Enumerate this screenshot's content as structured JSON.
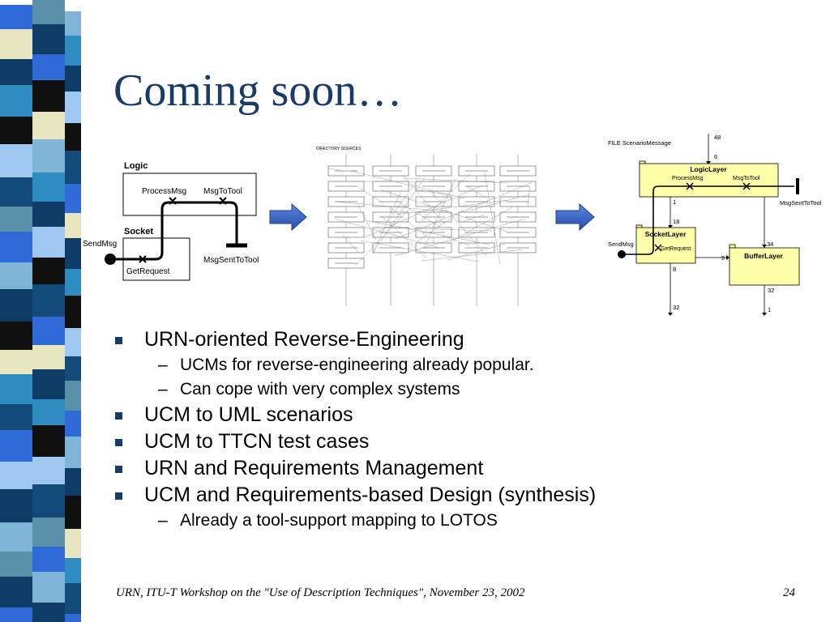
{
  "slide": {
    "title": "Coming soon…",
    "footer": "URN, ITU-T Workshop on the \"Use of Description Techniques\", November 23, 2002",
    "page_number": "24"
  },
  "colors": {
    "title": "#1a3a6b",
    "bullet": "#1a3a6b",
    "arrow": "#3a64c8",
    "component_fill": "#ffffaa",
    "stripe": [
      "#5a8fa8",
      "#0d3b66",
      "#2e6bd6",
      "#101010",
      "#e8e6c0",
      "#7fb6d8",
      "#2f8cc0",
      "#9ec8f0",
      "#144a7a",
      "#ffffff"
    ]
  },
  "bullets": [
    {
      "text": "URN-oriented Reverse-Engineering",
      "subs": [
        "UCMs for reverse-engineering already popular.",
        "Can cope with very complex systems"
      ]
    },
    {
      "text": "UCM to UML scenarios",
      "subs": []
    },
    {
      "text": "UCM to TTCN test cases",
      "subs": []
    },
    {
      "text": "URN and Requirements Management",
      "subs": []
    },
    {
      "text": "UCM and Requirements-based Design (synthesis)",
      "subs": [
        "Already a tool-support mapping to LOTOS"
      ]
    }
  ],
  "left_diagram": {
    "logic_label": "Logic",
    "socket_label": "Socket",
    "process_msg": "ProcessMsg",
    "msg_to_tool": "MsgToTool",
    "send_msg": "SendMsg",
    "get_request": "GetRequest",
    "msg_sent_to_tool": "MsgSentToTool"
  },
  "middle_diagram": {
    "header": "DIRECTORY SOURCES",
    "icons": "source-dependency-graph"
  },
  "right_diagram": {
    "file_label": "FILE ScenarioMessage",
    "logic_layer": "LogicLayer",
    "socket_layer": "SocketLayer",
    "buffer_layer": "BufferLayer",
    "process_msg": "ProcessMsg",
    "msg_to_tool": "MsgToTool",
    "send_msg": "SendMsg",
    "get_request": "GetRequest",
    "msg_sent_to_tool": "MsgSentToTool",
    "n48": "48",
    "n6": "6",
    "n1a": "1",
    "n18": "18",
    "n34": "34",
    "n9": "9",
    "n8": "8",
    "n32a": "32",
    "n32b": "32",
    "n1b": "1"
  }
}
